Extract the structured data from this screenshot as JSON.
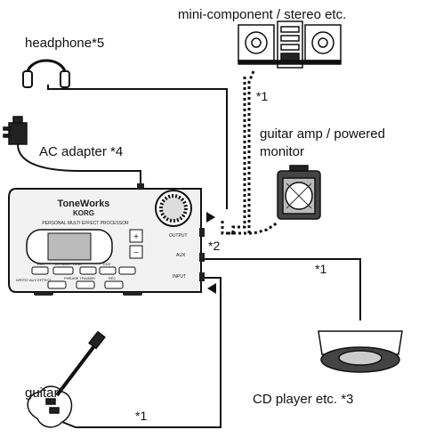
{
  "labels": {
    "mini_component": "mini-component / stereo etc.",
    "headphone": "headphone*5",
    "guitar_amp_line1": "guitar amp / powered",
    "guitar_amp_line2": "monitor",
    "ac_adapter": "AC adapter *4",
    "cd_player": "CD player etc. *3",
    "guitar": "guitar"
  },
  "notes": {
    "stereo": "*1",
    "output": "*2",
    "cd": "*1",
    "guitar": "*1"
  },
  "device": {
    "brand_line1": "ToneWorks",
    "brand_line2": "KORG",
    "model": "PERSONAL MULTI EFFECT PROCESSOR",
    "jack_output": "OUTPUT",
    "jack_aux": "AUX",
    "jack_input": "INPUT",
    "btn_plus": "+",
    "btn_minus": "−",
    "button_labels": [
      "EXIT",
      "BYPASS / TUNE",
      "EDIT",
      "WRITE/ AUX EFFECT",
      "PHRASE TRAINER",
      "REC"
    ]
  },
  "colors": {
    "line": "#111111",
    "device_fill": "#f2f2f2",
    "background": "#ffffff"
  }
}
